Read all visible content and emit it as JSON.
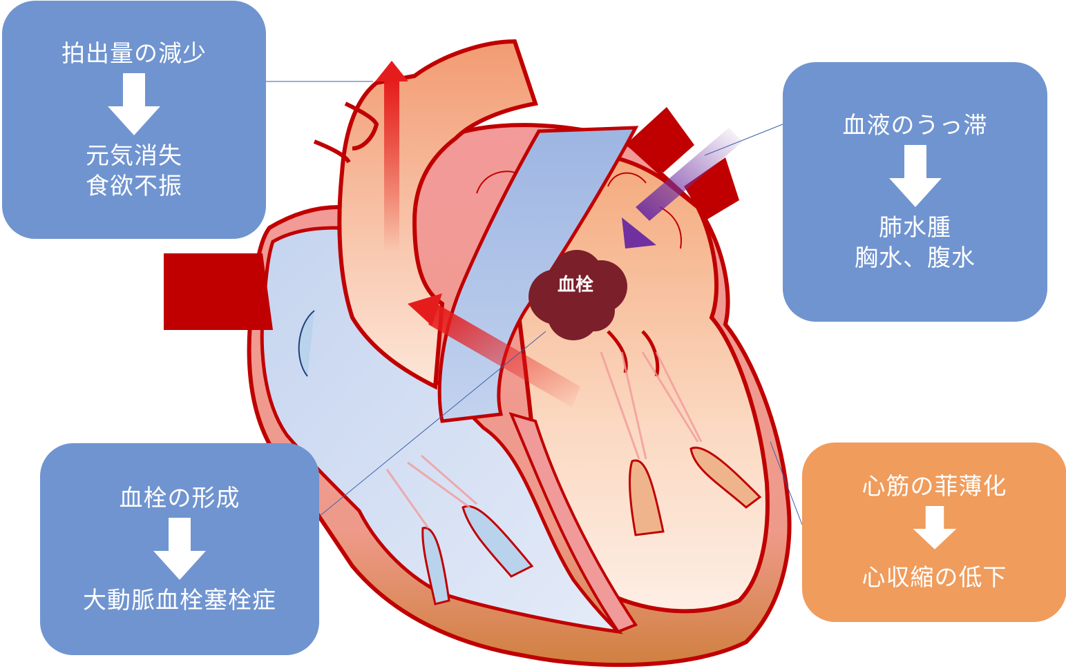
{
  "boxes": {
    "cardiac_output": {
      "cause": "拍出量の減少",
      "effects": [
        "元気消失",
        "食欲不振"
      ],
      "color": "#7094d0"
    },
    "blood_congestion": {
      "cause": "血液のうっ滞",
      "effects": [
        "肺水腫",
        "胸水、腹水"
      ],
      "color": "#7094d0"
    },
    "thrombus_formation": {
      "cause": "血栓の形成",
      "effects": [
        "大動脈血栓塞栓症"
      ],
      "color": "#7094d0"
    },
    "myocardial_thinning": {
      "cause": "心筋の菲薄化",
      "effects": [
        "心収縮の低下"
      ],
      "color": "#f09c5c"
    }
  },
  "heart": {
    "clot_label": "血栓",
    "colors": {
      "outline": "#c00000",
      "wall": "#f0a0a0",
      "left_chamber": "#f2b48c",
      "right_chamber": "#cfdcf2",
      "clot": "#7b1f2a",
      "congestion_arrow": "#7030a0",
      "output_arrow": "#e0201e"
    }
  }
}
